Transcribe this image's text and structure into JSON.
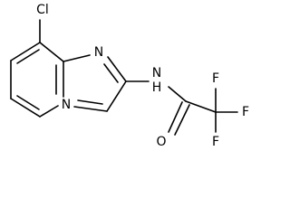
{
  "molecule": {
    "atoms": {
      "chlorine": "Cl",
      "imidazole_nitrogen": "N",
      "bridgehead_nitrogen": "N",
      "amide_nitrogen": "N",
      "amide_hydrogen": "H",
      "carbonyl_oxygen": "O",
      "fluorine_1": "F",
      "fluorine_2": "F",
      "fluorine_3": "F"
    }
  }
}
